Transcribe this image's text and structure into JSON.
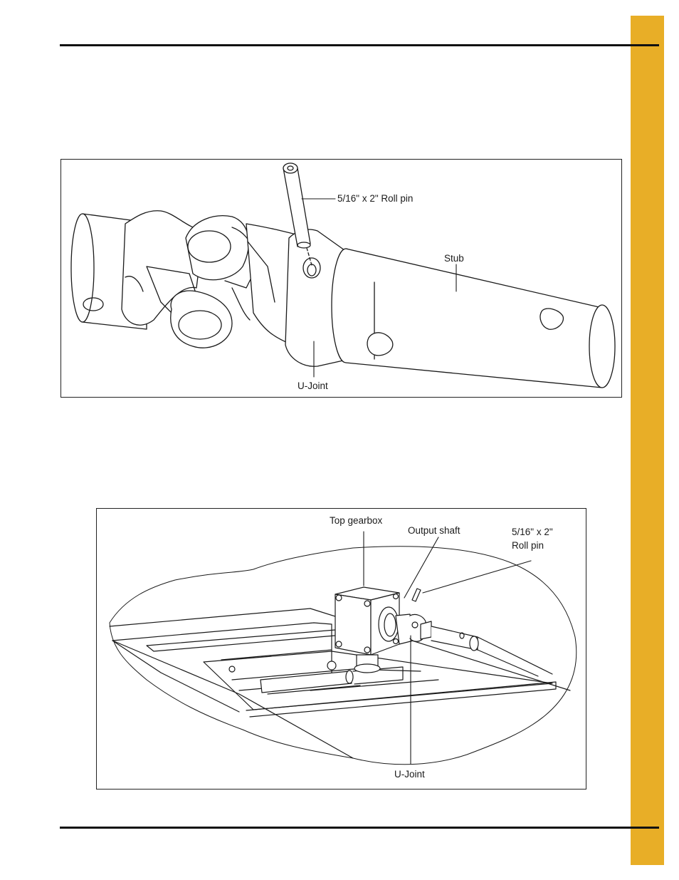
{
  "colors": {
    "tab_accent": "#E8AE27",
    "rule": "#111111",
    "line": "#1a1a1a"
  },
  "figure1": {
    "callouts": {
      "roll_pin": "5/16\" x 2\" Roll pin",
      "stub": "Stub",
      "u_joint": "U-Joint"
    }
  },
  "figure2": {
    "callouts": {
      "top_gearbox": "Top gearbox",
      "output_shaft": "Output shaft",
      "roll_pin_line1": "5/16\" x 2\"",
      "roll_pin_line2": "Roll pin",
      "u_joint": "U-Joint"
    }
  }
}
